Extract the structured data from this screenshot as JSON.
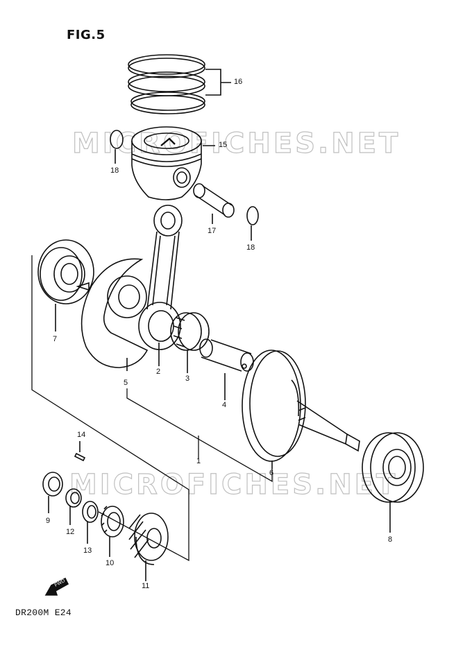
{
  "figure_title": "FIG.5",
  "footer_code": "DR200M E24",
  "watermark_text": "MICROFICHES.NET",
  "fwd_label": "FWD",
  "parts": {
    "p1": "1",
    "p2": "2",
    "p3": "3",
    "p4": "4",
    "p5": "5",
    "p6": "6",
    "p7": "7",
    "p8": "8",
    "p9": "9",
    "p10": "10",
    "p11": "11",
    "p12": "12",
    "p13": "13",
    "p14": "14",
    "p15": "15",
    "p16": "16",
    "p17": "17",
    "p18a": "18",
    "p18b": "18"
  }
}
